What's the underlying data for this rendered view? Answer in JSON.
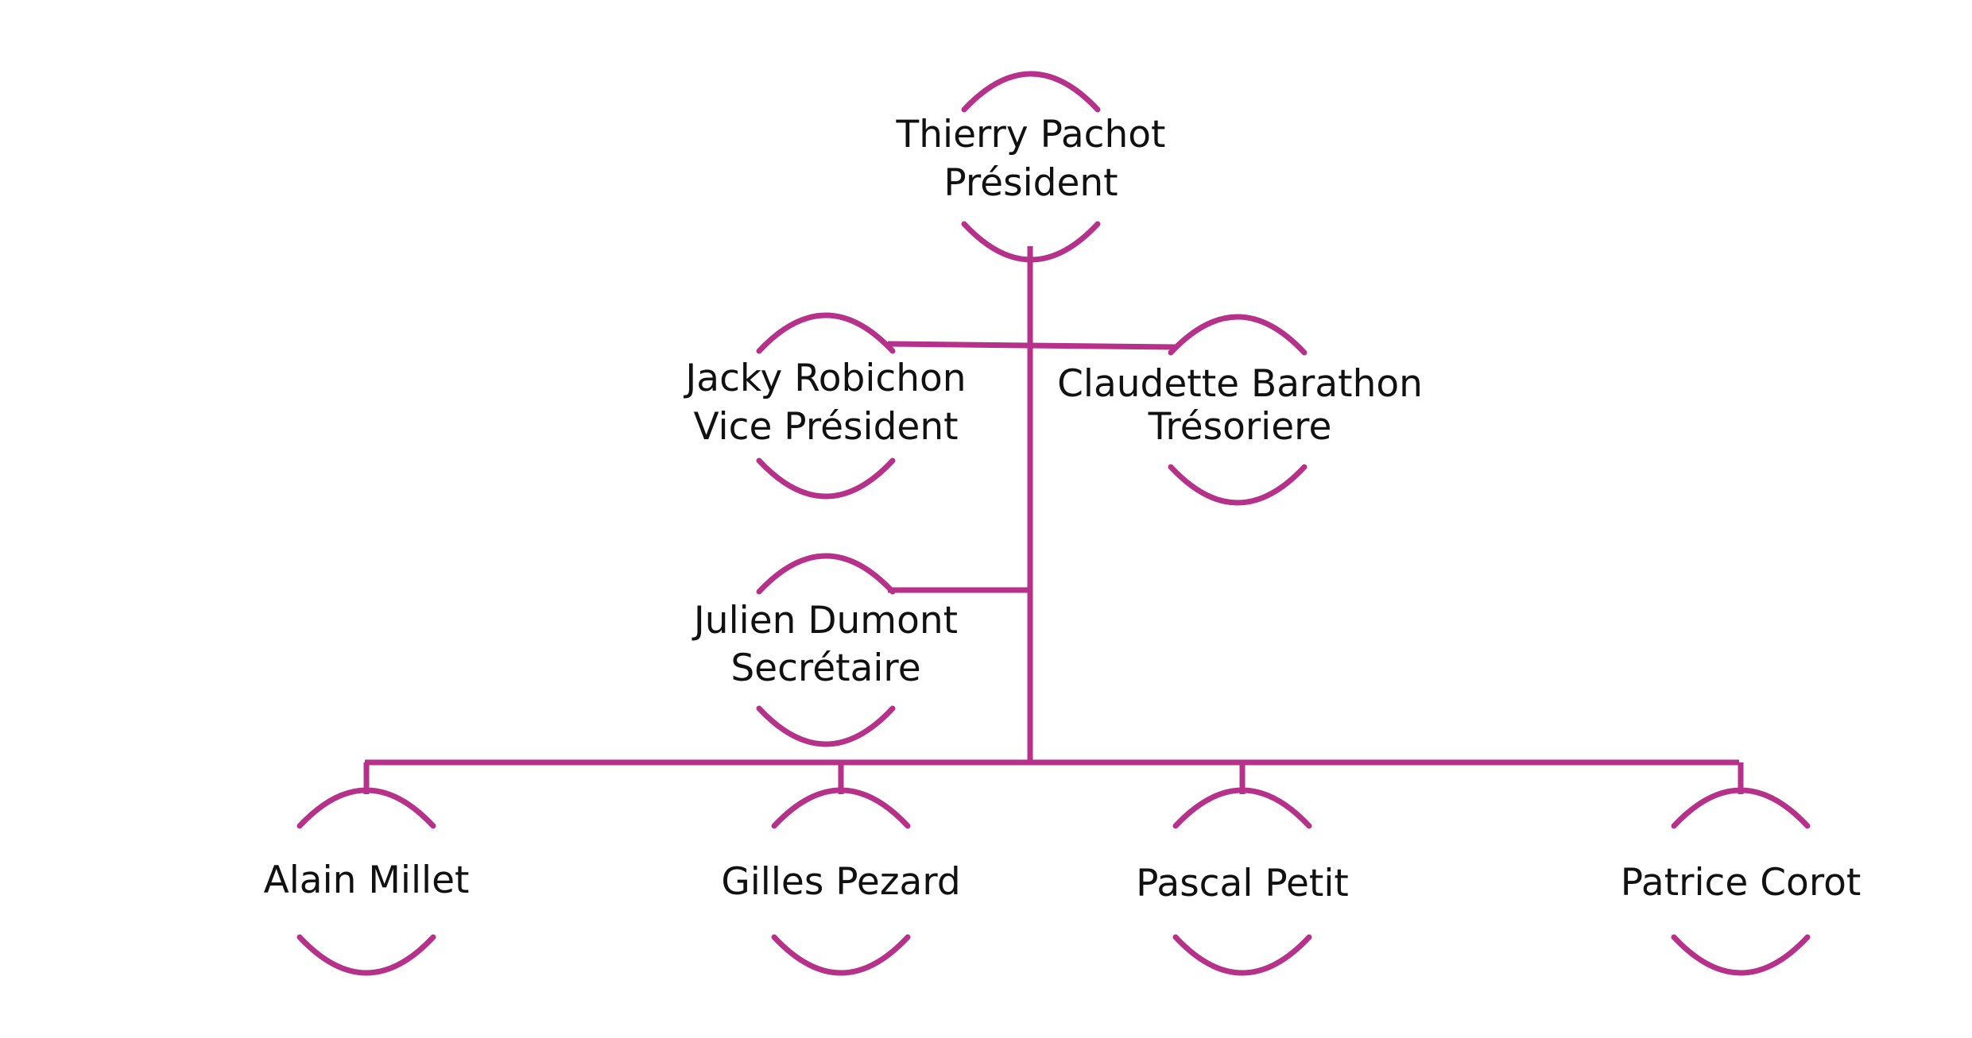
{
  "theme": {
    "accent_color": "#b5318a",
    "text_color": "#111111",
    "background": "#ffffff"
  },
  "org": {
    "president": {
      "name": "Thierry Pachot",
      "role": "Président"
    },
    "vice_president": {
      "name": "Jacky Robichon",
      "role": "Vice Président"
    },
    "treasurer": {
      "name": "Claudette Barathon",
      "role": "Trésoriere"
    },
    "secretary": {
      "name": "Julien Dumont",
      "role": "Secrétaire"
    },
    "members": [
      {
        "name": "Alain Millet"
      },
      {
        "name": "Gilles Pezard"
      },
      {
        "name": "Pascal Petit"
      },
      {
        "name": "Patrice Corot"
      }
    ]
  }
}
